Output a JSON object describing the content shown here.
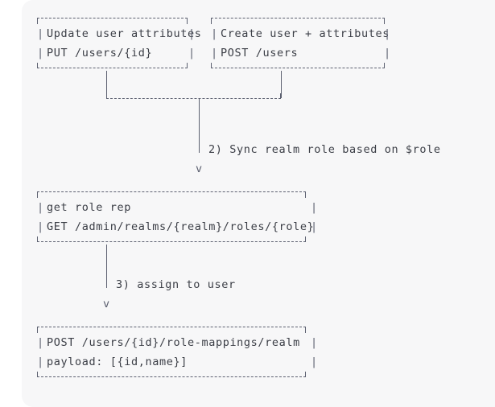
{
  "diagram": {
    "type": "ascii-flow-diagram",
    "background_color": "#f7f7f8",
    "page_color": "#ffffff",
    "text_color": "#3b3e46",
    "line_color": "#5c6070",
    "boxes": [
      {
        "id": "update-user-attributes",
        "lines": [
          "Update user attributes",
          "PUT /users/{id}"
        ]
      },
      {
        "id": "create-user-attributes",
        "lines": [
          "Create user + attributes",
          "POST /users"
        ]
      },
      {
        "id": "get-role-rep",
        "lines": [
          "get role rep",
          "GET /admin/realms/{realm}/roles/{role}"
        ]
      },
      {
        "id": "assign-role-mapping",
        "lines": [
          "POST /users/{id}/role-mappings/realm",
          "payload: [{id,name}]"
        ]
      }
    ],
    "connectors": [
      {
        "id": "sync-realm-role",
        "label": "2) Sync realm role based on $role",
        "arrow": "v"
      },
      {
        "id": "assign-to-user",
        "label": "3) assign to user",
        "arrow": "v"
      }
    ],
    "glyphs": {
      "pipe": "|",
      "arrow_down": "v"
    }
  }
}
